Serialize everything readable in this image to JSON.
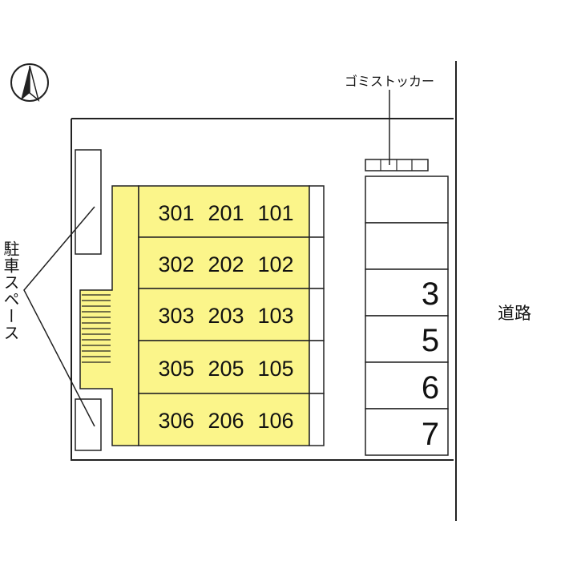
{
  "compass": {
    "icon": "north-arrow-icon"
  },
  "garbage_stocker_label": "ゴミストッカー",
  "road_label": "道路",
  "parking_space_label": "駐車スペース",
  "building": {
    "rows": [
      [
        "301",
        "201",
        "101"
      ],
      [
        "302",
        "202",
        "102"
      ],
      [
        "303",
        "203",
        "103"
      ],
      [
        "305",
        "205",
        "105"
      ],
      [
        "306",
        "206",
        "106"
      ]
    ]
  },
  "parking_right": [
    "",
    "",
    "3",
    "5",
    "6",
    "7"
  ],
  "colors": {
    "building_fill": "#fbf58a",
    "line": "#222222"
  }
}
